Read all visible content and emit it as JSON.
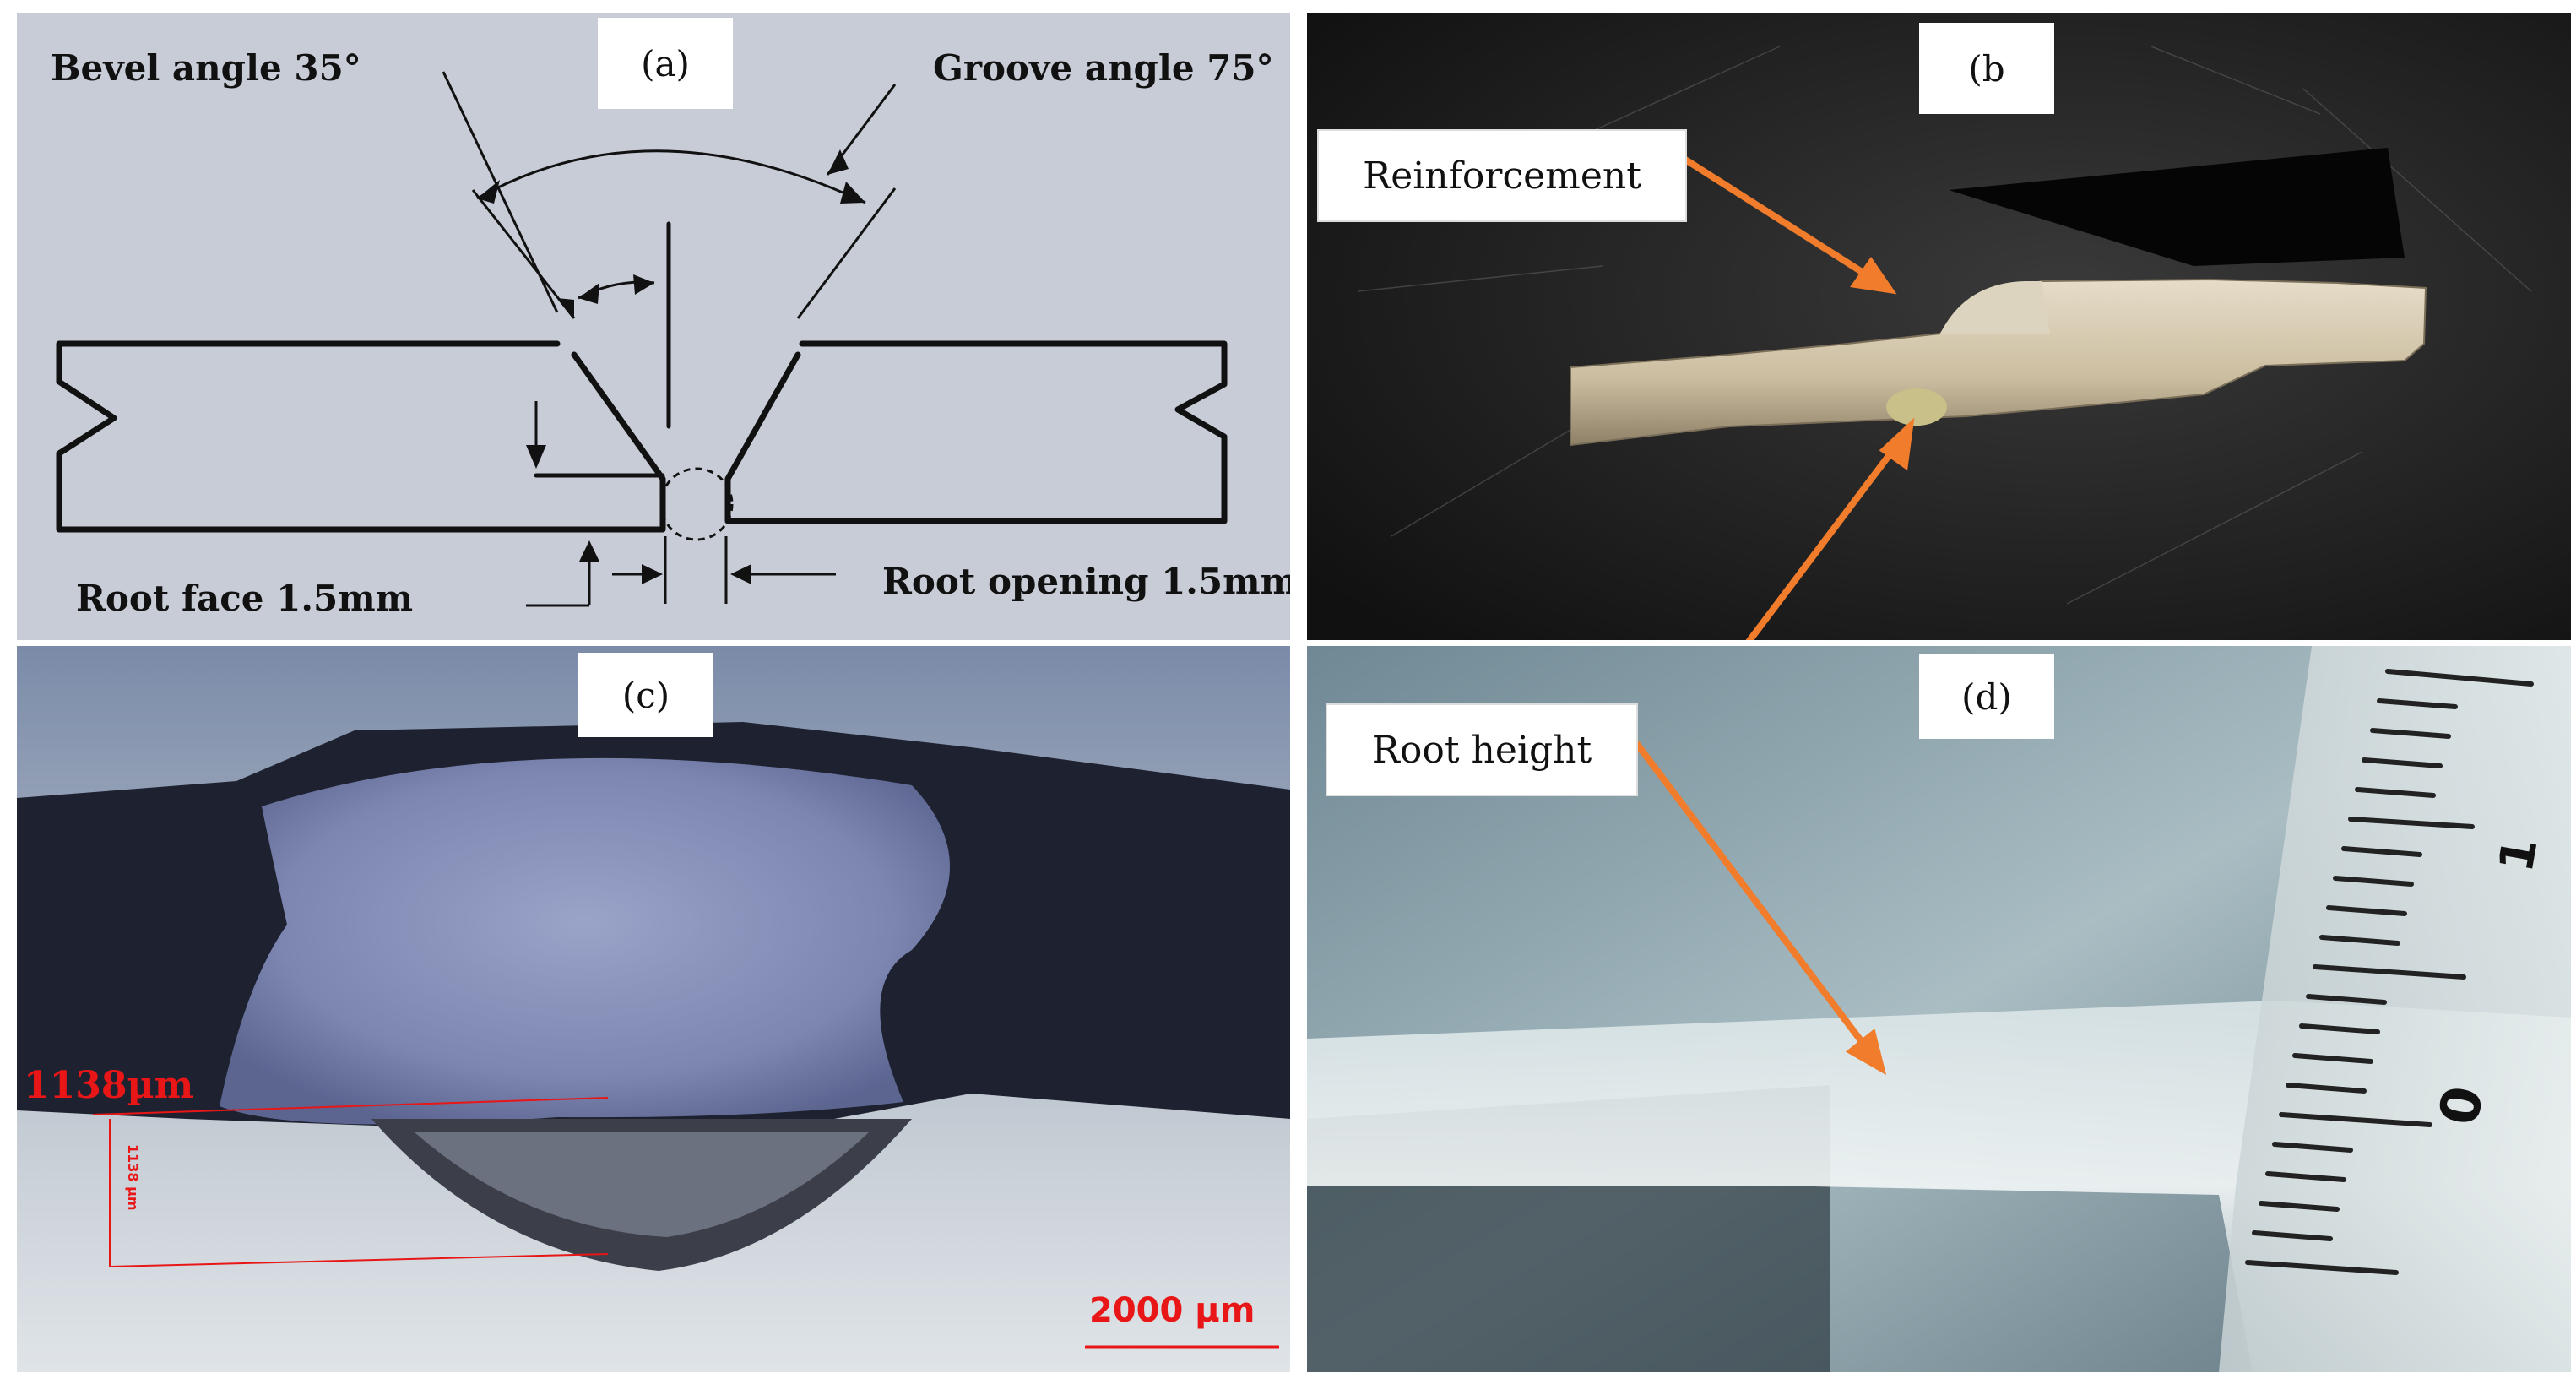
{
  "panel_a": {
    "label": "(a)",
    "bevel_angle": "Bevel angle 35°",
    "groove_angle": "Groove angle 75°",
    "root_face": "Root face 1.5mm",
    "root_opening": "Root opening 1.5mm",
    "bg_color": "#c8ccd6"
  },
  "panel_b": {
    "label": "(b",
    "reinforcement": "Reinforcement"
  },
  "panel_c": {
    "label": "(c)",
    "measure_main": "1138µm",
    "measure_small": "1138 µm",
    "scale_bar": "2000 µm",
    "measure_color": "#e81616"
  },
  "panel_d": {
    "label": "(d)",
    "root_height": "Root height",
    "ruler_one": "1",
    "ruler_zero": "0"
  },
  "arrow_color": "#f07c2c"
}
